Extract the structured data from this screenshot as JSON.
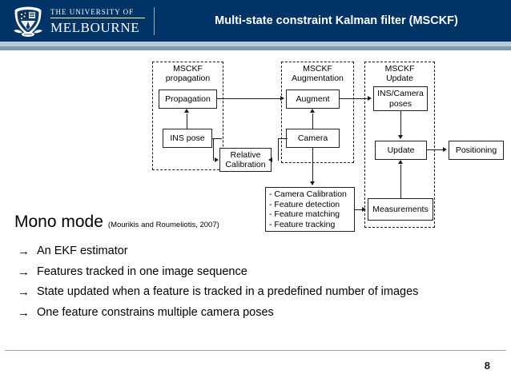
{
  "header": {
    "university_top": "THE UNIVERSITY OF",
    "university_bottom": "MELBOURNE",
    "title": "Multi-state constraint Kalman filter (MSCKF)",
    "brand_navy": "#003366",
    "brand_strip_light": "#b9cada",
    "brand_strip_mid": "#7e9ab4"
  },
  "diagram": {
    "groups": [
      {
        "id": "propagation-group",
        "label_line1": "MSCKF",
        "label_line2": "propagation"
      },
      {
        "id": "augmentation-group",
        "label_line1": "MSCKF",
        "label_line2": "Augmentation"
      },
      {
        "id": "update-group",
        "label_line1": "MSCKF",
        "label_line2": "Update"
      }
    ],
    "boxes": {
      "propagation": "Propagation",
      "ins_pose": "INS pose",
      "relative_calibration_line1": "Relative",
      "relative_calibration_line2": "Calibration",
      "augment": "Augment",
      "camera": "Camera",
      "ins_camera_poses_line1": "INS/Camera",
      "ins_camera_poses_line2": "poses",
      "update": "Update",
      "positioning": "Positioning",
      "measurements": "Measurements"
    },
    "feature_list": [
      "- Camera Calibration",
      "- Feature detection",
      "- Feature matching",
      "- Feature tracking"
    ]
  },
  "body": {
    "mono_title": "Mono mode",
    "mono_citation": "(Mourikis and Roumeliotis, 2007)",
    "bullet_marker": "→",
    "bullets": [
      "An EKF estimator",
      "Features tracked in one image sequence",
      "State updated when a feature is tracked in a predefined number of images",
      "One feature constrains multiple camera poses"
    ]
  },
  "footer": {
    "page_number": "8"
  }
}
